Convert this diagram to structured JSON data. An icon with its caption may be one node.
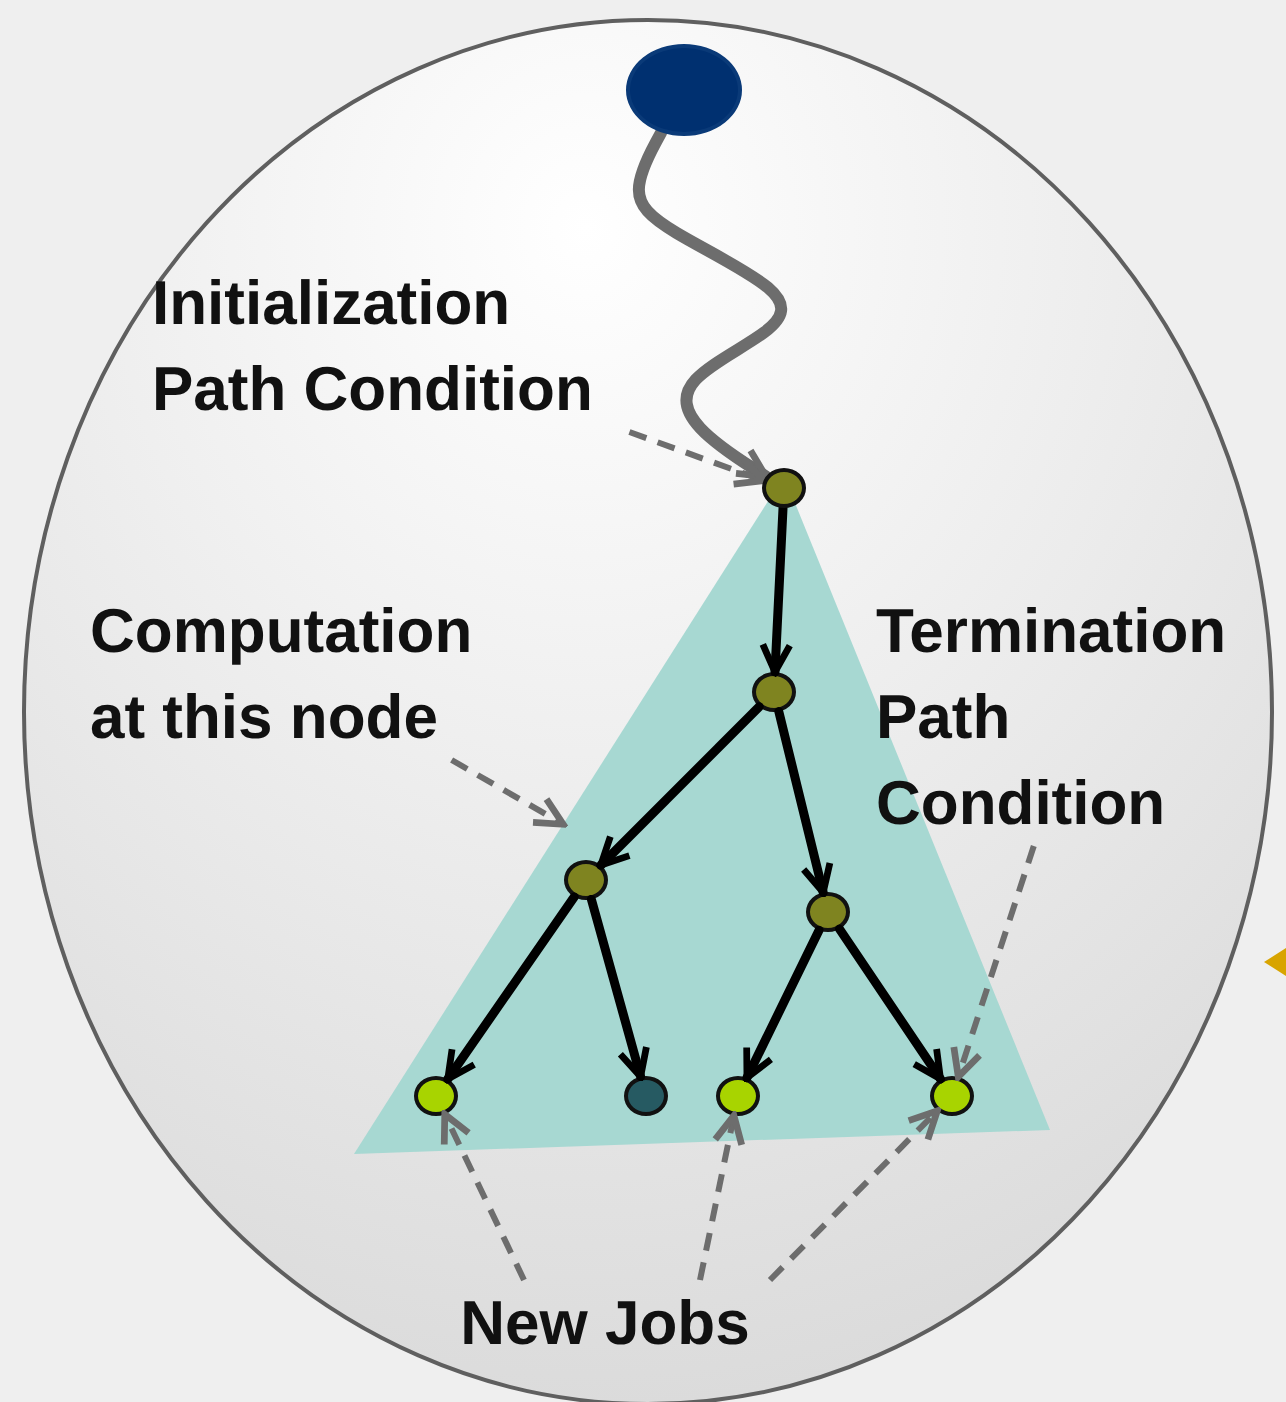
{
  "diagram": {
    "nodes": [
      {
        "text": [],
        "shape": "circle"
      },
      {
        "text": [],
        "shape": "circle",
        "in": 0
      },
      {
        "text": [
          "Initialization Path Condition"
        ],
        "in": 0
      },
      {
        "text": [
          "Computation at this node"
        ],
        "in": 0
      },
      {
        "text": [
          "Termination Path Condition"
        ],
        "in": 0
      },
      {
        "text": [],
        "shape": "triangle",
        "in": 0
      },
      {
        "text": [],
        "shape": "circle",
        "in": 0
      },
      {
        "text": [],
        "shape": "circle",
        "in": 5
      },
      {
        "text": [],
        "shape": "circle",
        "in": 5
      },
      {
        "text": [],
        "shape": "circle",
        "in": 5
      },
      {
        "text": [],
        "shape": "circle",
        "in": 5
      },
      {
        "text": [],
        "shape": "circle",
        "in": 5
      },
      {
        "text": [],
        "shape": "circle",
        "in": 5
      },
      {
        "text": [],
        "shape": "circle",
        "in": 5
      },
      {
        "text": [
          "New Jobs"
        ],
        "in": 0
      }
    ],
    "edges": [
      {
        "from": 1,
        "to": 6,
        "arrow": "to"
      },
      {
        "from": 2,
        "to": 6,
        "arrow": "to",
        "style": "dashed"
      },
      {
        "from": 3,
        "to": 5,
        "arrow": "to",
        "style": "dashed"
      },
      {
        "from": 6,
        "to": 7,
        "arrow": "to",
        "color": "#000000"
      },
      {
        "from": 7,
        "to": 8,
        "arrow": "to",
        "color": "#000000"
      },
      {
        "from": 7,
        "to": 9,
        "arrow": "to",
        "color": "#000000"
      },
      {
        "from": 8,
        "to": 10,
        "arrow": "to",
        "color": "#000000"
      },
      {
        "from": 8,
        "to": 11,
        "arrow": "to",
        "color": "#000000"
      },
      {
        "from": 9,
        "to": 12,
        "arrow": "to",
        "color": "#000000"
      },
      {
        "from": 9,
        "to": 13,
        "arrow": "to",
        "color": "#000000"
      },
      {
        "from": 4,
        "to": 13,
        "arrow": "to",
        "style": "dashed"
      },
      {
        "from": 14,
        "to": 10,
        "arrow": "to",
        "style": "dashed"
      },
      {
        "from": 14,
        "to": 12,
        "arrow": "to",
        "style": "dashed"
      },
      {
        "from": 14,
        "to": 13,
        "arrow": "to",
        "style": "dashed"
      }
    ]
  }
}
